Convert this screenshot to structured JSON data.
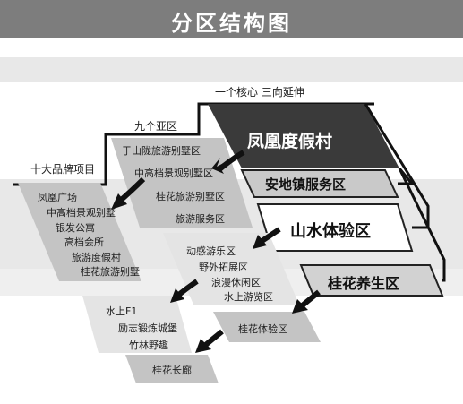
{
  "title": "分区结构图",
  "colors": {
    "title_bar": "#7d7d7d",
    "background_band": "#d9d9d9",
    "core_fill": "#3a3a3a",
    "zone_fill": "#c4c4c4",
    "light_fill": "#e4e4e4",
    "arrow": "#111111"
  },
  "headers": {
    "core": "一个核心  三向延伸",
    "sub": "九个亚区",
    "brand": "十大品牌项目"
  },
  "core": {
    "name": "凤凰度假村",
    "branches": [
      "安地镇服务区",
      "山水体验区",
      "桂花养生区"
    ]
  },
  "sub_zones": {
    "group1": [
      "于山陇旅游别墅区",
      "中高档景观别墅区",
      "桂花旅游别墅区",
      "旅游服务区"
    ],
    "group2": [
      "动感游乐区",
      "野外拓展区",
      "浪漫休闲区",
      "水上游览区"
    ],
    "group3": [
      "桂花体验区"
    ]
  },
  "brand_projects": {
    "group1": [
      "凤凰广场",
      "中高档景观别墅",
      "银发公寓",
      "高档会所",
      "旅游度假村",
      "桂花旅游别墅"
    ],
    "group2": [
      "水上F1",
      "励志锻炼城堡",
      "竹林野趣"
    ],
    "group3": [
      "桂花长廊"
    ]
  },
  "icons": [
    "arrow-icon"
  ]
}
